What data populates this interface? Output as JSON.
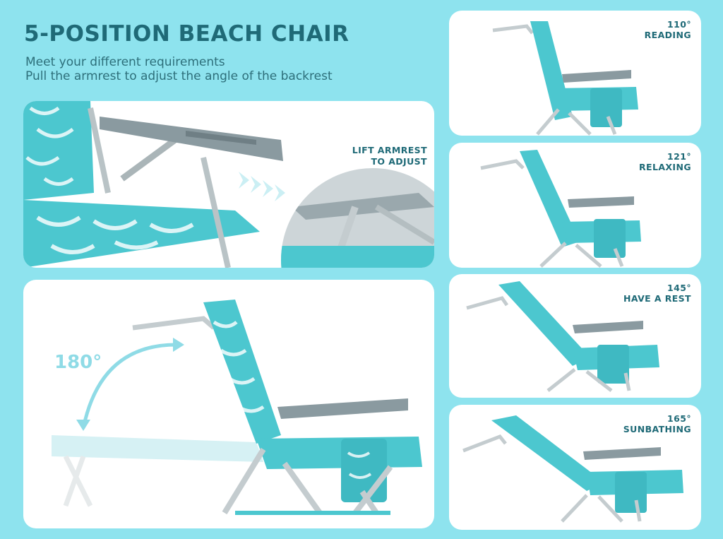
{
  "title": "5-POSITION BEACH CHAIR",
  "subtitle_line1": "Meet your different requirements",
  "subtitle_line2": "Pull the armrest to adjust the angle of the backrest",
  "armrest_card": {
    "label_line1": "LIFT ARMREST",
    "label_line2": "TO ADJUST"
  },
  "recline_card": {
    "angle_label": "180°"
  },
  "positions": [
    {
      "angle": "110°",
      "name": "READING"
    },
    {
      "angle": "121°",
      "name": "RELAXING"
    },
    {
      "angle": "145°",
      "name": "HAVE A REST"
    },
    {
      "angle": "165°",
      "name": "SUNBATHING"
    }
  ],
  "colors": {
    "background": "#8ee3ee",
    "heading": "#1f6a77",
    "fabric": "#4cc7cf",
    "frame": "#b9c3c6",
    "armrest": "#8a9aa0"
  }
}
